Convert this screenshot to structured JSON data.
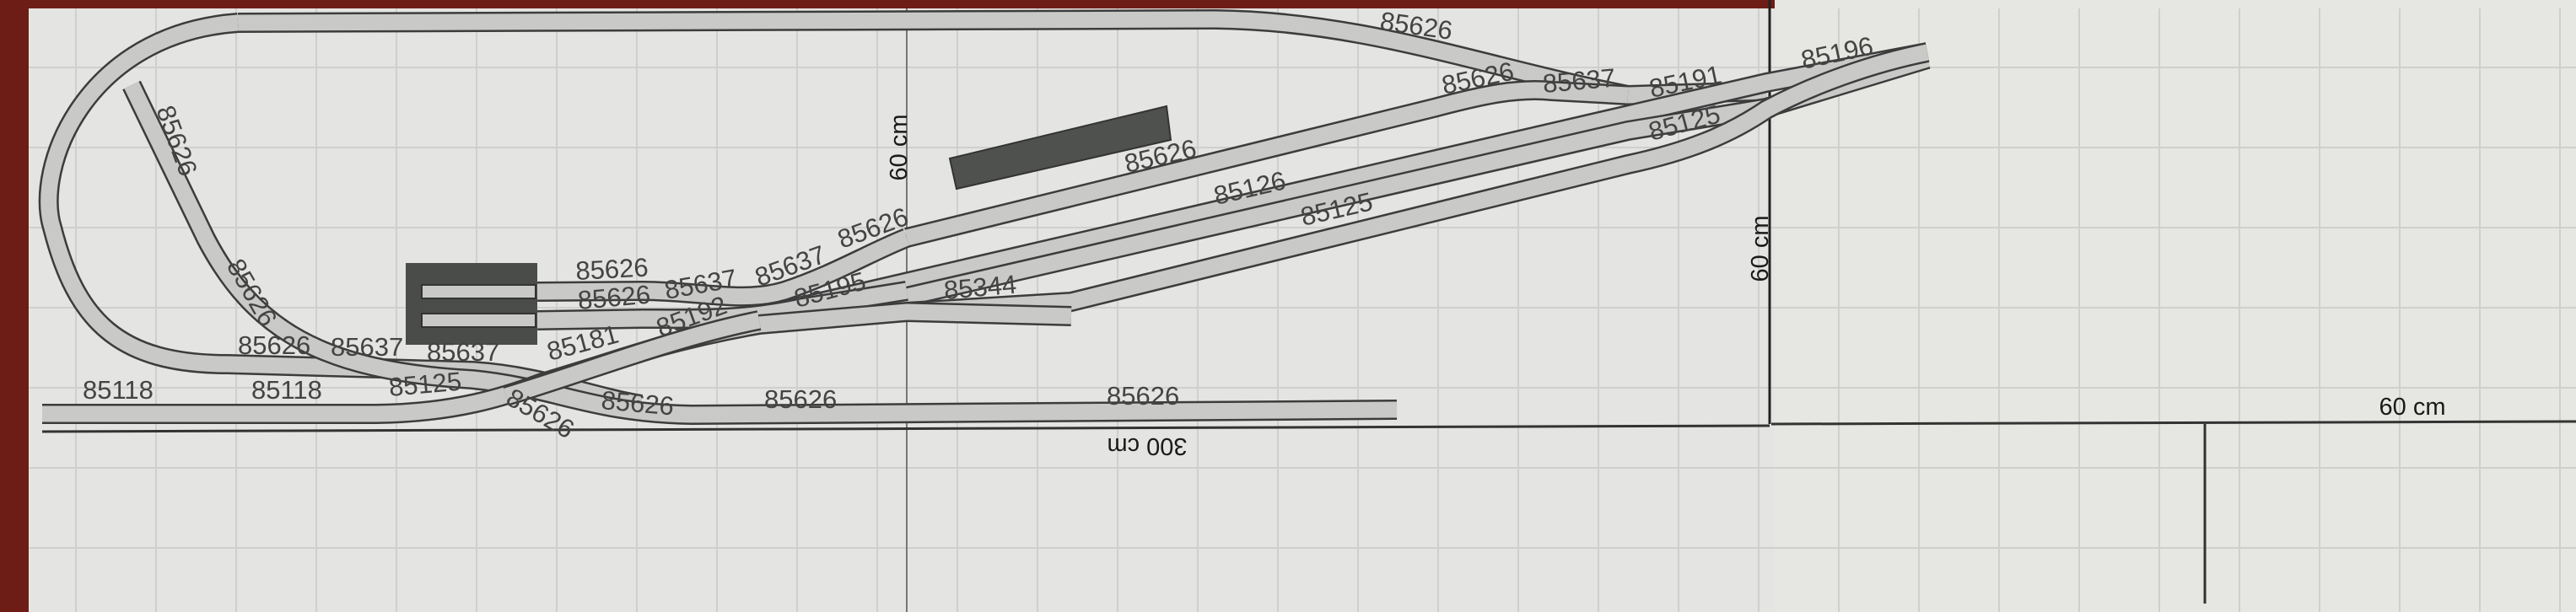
{
  "title": "Track plan printout",
  "colors": {
    "paper": "#e4e5e2",
    "track": "#c9cac8",
    "outline": "#3c3c3c",
    "building": "#4a4c4a",
    "backdrop": "#6e1d16"
  },
  "dimensions": {
    "length": "300 cm",
    "depth_left": "60 cm",
    "depth_right": "60 cm",
    "extension": "60 cm"
  },
  "track_labels": [
    "85626",
    "85626",
    "85626",
    "85626",
    "85637",
    "85637",
    "85181",
    "85626",
    "85118",
    "85118",
    "85125",
    "85626",
    "85626",
    "85626",
    "85626",
    "85626",
    "85637",
    "85637",
    "85626",
    "85192",
    "85195",
    "85344",
    "85626",
    "85126",
    "85125",
    "85626",
    "85637",
    "85191",
    "85125",
    "85196"
  ]
}
